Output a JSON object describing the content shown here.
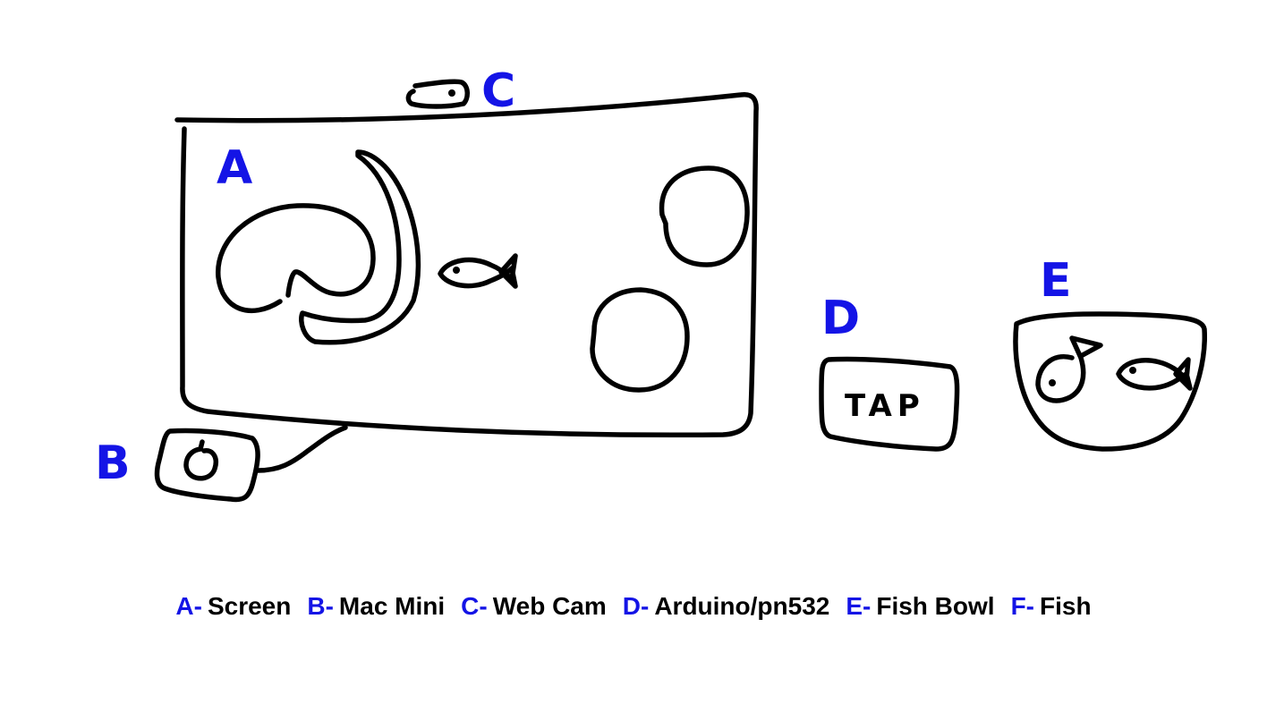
{
  "labels": {
    "a": "A",
    "b": "B",
    "c": "C",
    "d": "D",
    "e": "E"
  },
  "tag_text": "TAP",
  "legend": [
    {
      "key": "A-",
      "label": "Screen"
    },
    {
      "key": "B-",
      "label": "Mac Mini"
    },
    {
      "key": "C-",
      "label": "Web Cam"
    },
    {
      "key": "D-",
      "label": "Arduino/pn532"
    },
    {
      "key": "E-",
      "label": "Fish Bowl"
    },
    {
      "key": "F-",
      "label": "Fish"
    }
  ],
  "colors": {
    "label": "#1414e6",
    "ink": "#000000",
    "background": "#ffffff"
  }
}
